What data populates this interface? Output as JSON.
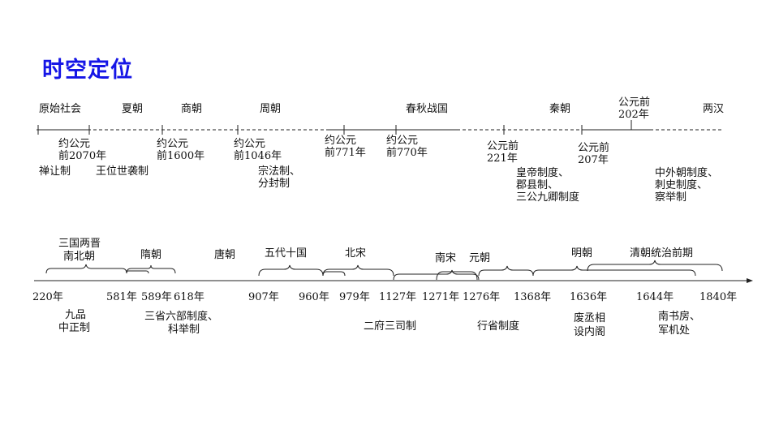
{
  "title": "时空定位",
  "timeline1": {
    "periods": [
      "原始社会",
      "夏朝",
      "商朝",
      "周朝",
      "春秋战国",
      "秦朝",
      "两汉"
    ],
    "qin_top_date": [
      "公元前",
      "202年"
    ],
    "dates": [
      [
        "约公元",
        "前2070年"
      ],
      [
        "约公元",
        "前1600年"
      ],
      [
        "约公元",
        "前1046年"
      ],
      [
        "约公元",
        "前771年"
      ],
      [
        "约公元",
        "前770年"
      ],
      [
        "公元前",
        "221年"
      ],
      [
        "公元前",
        "207年"
      ]
    ],
    "systems": [
      [
        "禅让制"
      ],
      [
        "王位世袭制"
      ],
      [
        "宗法制、",
        "分封制"
      ],
      [
        "皇帝制度、",
        "郡县制、",
        "三公九卿制度"
      ],
      [
        "中外朝制度、",
        "刺史制度、",
        "察举制"
      ]
    ]
  },
  "timeline2": {
    "periods": [
      [
        "三国两晋",
        "南北朝"
      ],
      [
        "隋朝"
      ],
      [
        "唐朝"
      ],
      [
        "五代十国"
      ],
      [
        "北宋"
      ],
      [
        "南宋"
      ],
      [
        "元朝"
      ],
      [
        "明朝"
      ],
      [
        "清朝统治前期"
      ]
    ],
    "years": [
      "220年",
      "581年",
      "589年",
      "618年",
      "907年",
      "960年",
      "979年",
      "1127年",
      "1271年",
      "1276年",
      "1368年",
      "1636年",
      "1644年",
      "1840年"
    ],
    "systems": [
      [
        "九品",
        "中正制"
      ],
      [
        "三省六部制度、",
        "科举制"
      ],
      [
        "二府三司制"
      ],
      [
        "行省制度"
      ],
      [
        "废丞相",
        "设内阁"
      ],
      [
        "南书房、",
        "军机处"
      ]
    ]
  }
}
